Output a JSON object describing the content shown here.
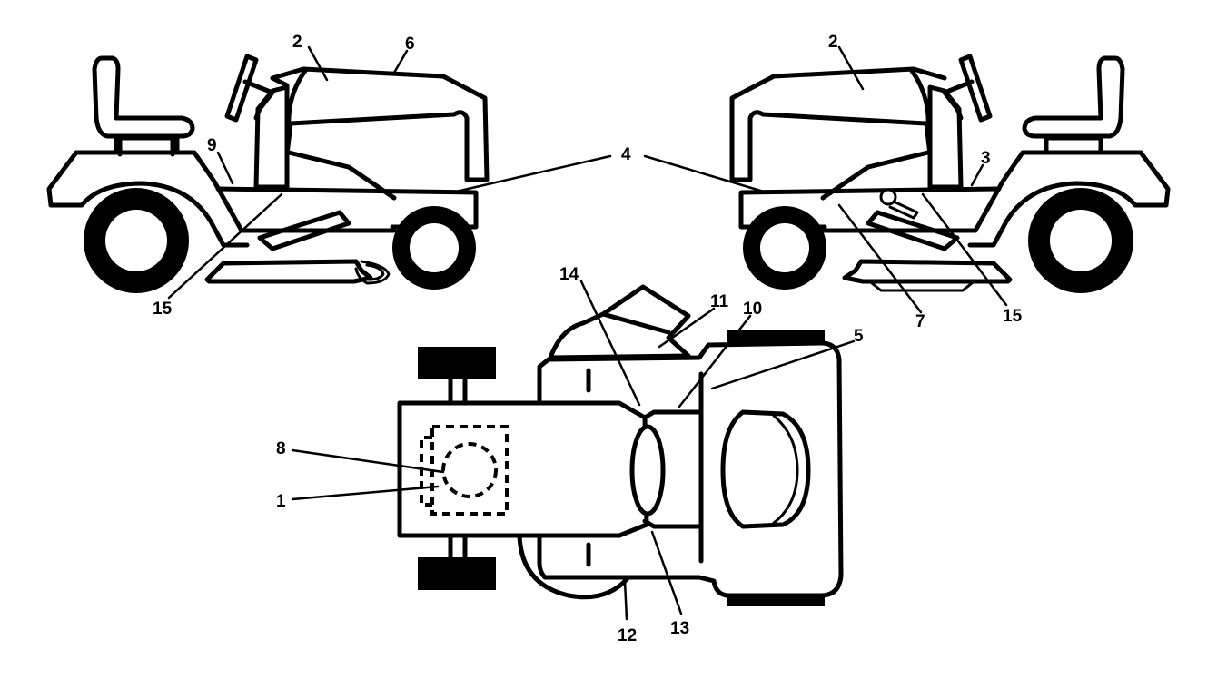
{
  "labels": {
    "l1": "1",
    "l2a": "2",
    "l2b": "2",
    "l3": "3",
    "l4": "4",
    "l5": "5",
    "l6": "6",
    "l7": "7",
    "l8": "8",
    "l9": "9",
    "l10": "10",
    "l11": "11",
    "l12": "12",
    "l13": "13",
    "l14": "14",
    "l15a": "15",
    "l15b": "15"
  }
}
